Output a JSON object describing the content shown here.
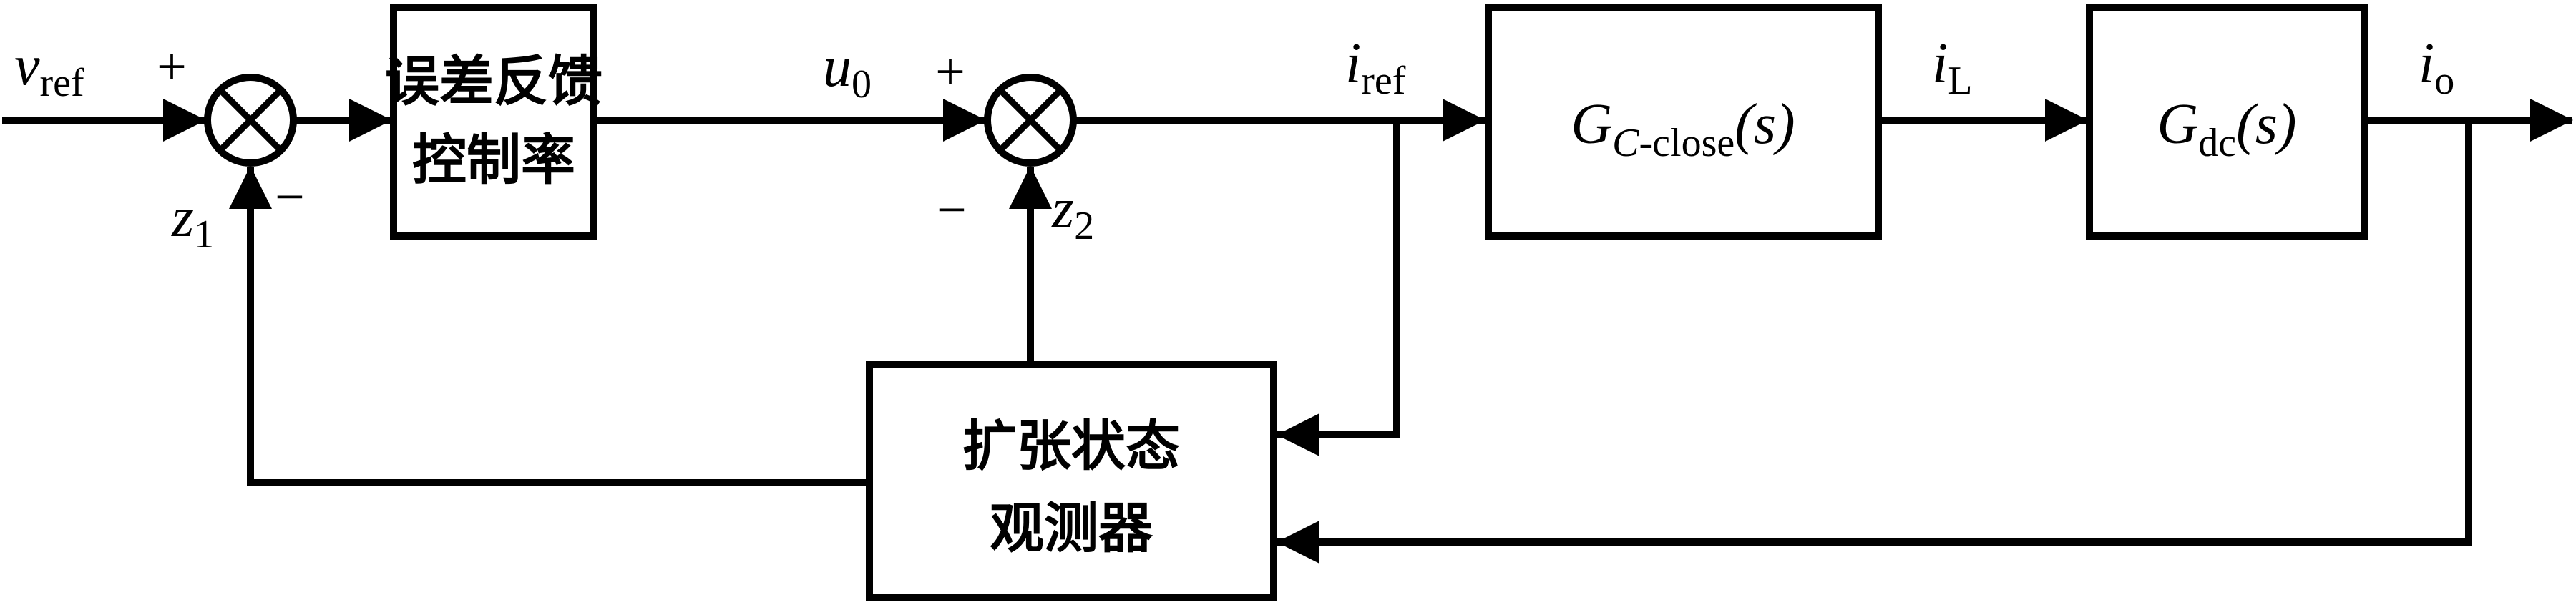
{
  "blocks": {
    "error_feedback": {
      "line1": "误差反馈",
      "line2": "控制率"
    },
    "eso": {
      "line1": "扩张状态",
      "line2": "观测器"
    },
    "gc_close": {
      "main": "G",
      "sub": "C",
      "sub2": "-close",
      "arg": "(s)"
    },
    "gdc": {
      "main": "G",
      "sub": "dc",
      "arg": "(s)"
    }
  },
  "signals": {
    "v_ref": {
      "main": "v",
      "sub": "ref"
    },
    "u0": {
      "main": "u",
      "sub": "0"
    },
    "i_ref": {
      "main": "i",
      "sub": "ref"
    },
    "i_L": {
      "main": "i",
      "sub": "L"
    },
    "i_o": {
      "main": "i",
      "sub": "o"
    },
    "z1": {
      "main": "z",
      "sub": "1"
    },
    "z2": {
      "main": "z",
      "sub": "2"
    }
  },
  "signs": {
    "sum1_plus": "+",
    "sum1_minus": "−",
    "sum2_plus": "+",
    "sum2_minus": "−"
  }
}
